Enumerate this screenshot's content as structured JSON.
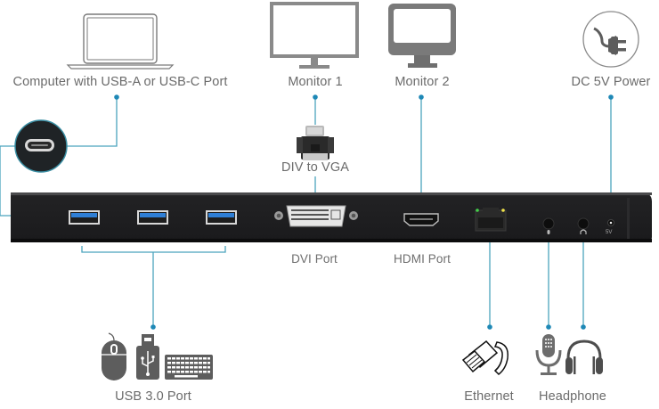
{
  "colors": {
    "accent_line": "#4aa3bd",
    "accent_dot": "#1e88b6",
    "dock_body": "#1d1d1f",
    "icon_gray": "#5d5d5d",
    "label_gray": "#6b6b6b"
  },
  "top_devices": [
    {
      "id": "computer",
      "label": "Computer with USB-A or USB-C Port",
      "icon": "laptop-icon"
    },
    {
      "id": "monitor1",
      "label": "Monitor 1",
      "icon": "monitor-outline-icon"
    },
    {
      "id": "monitor2",
      "label": "Monitor 2",
      "icon": "monitor-filled-icon"
    },
    {
      "id": "power",
      "label": "DC 5V Power",
      "icon": "power-plug-icon"
    }
  ],
  "adapter": {
    "label": "DIV to VGA",
    "icon": "dvi-vga-adapter-icon"
  },
  "usb_c_callout": {
    "icon": "usb-c-port-icon"
  },
  "dock_ports": [
    {
      "id": "usb1",
      "type": "USB 3.0"
    },
    {
      "id": "usb2",
      "type": "USB 3.0"
    },
    {
      "id": "usb3",
      "type": "USB 3.0"
    },
    {
      "id": "dvi",
      "type": "DVI"
    },
    {
      "id": "hdmi",
      "type": "HDMI"
    },
    {
      "id": "ethernet",
      "type": "RJ45"
    },
    {
      "id": "mic",
      "type": "Mic jack"
    },
    {
      "id": "headphone",
      "type": "Headphone jack"
    },
    {
      "id": "dc",
      "type": "DC in",
      "marking": "5V"
    }
  ],
  "port_labels": {
    "dvi": "DVI Port",
    "hdmi": "HDMI Port"
  },
  "bottom_devices": [
    {
      "id": "usb",
      "label": "USB 3.0 Port",
      "icons": [
        "mouse-icon",
        "usb-flash-drive-icon",
        "keyboard-icon"
      ]
    },
    {
      "id": "ethernet",
      "label": "Ethernet",
      "icons": [
        "ethernet-cable-icon"
      ]
    },
    {
      "id": "audio",
      "label": "Headphone",
      "icons": [
        "microphone-icon",
        "headphones-icon"
      ]
    }
  ]
}
